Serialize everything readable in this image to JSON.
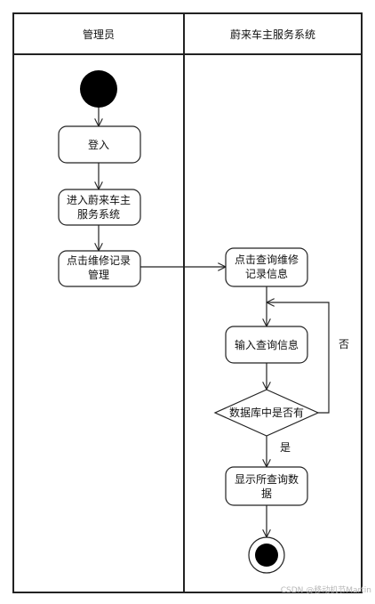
{
  "lanes": {
    "admin": "管理员",
    "system": "蔚来车主服务系统"
  },
  "nodes": {
    "login": "登入",
    "enter_line1": "进入蔚来车主",
    "enter_line2": "服务系统",
    "repair_line1": "点击维修记录",
    "repair_line2": "管理",
    "query_line1": "点击查询维修",
    "query_line2": "记录信息",
    "input": "输入查询信息",
    "decision": "数据库中是否有",
    "show_line1": "显示所查询数",
    "show_line2": "据"
  },
  "edges": {
    "no": "否",
    "yes": "是"
  },
  "watermark": "CSDN @移动机节Martin"
}
